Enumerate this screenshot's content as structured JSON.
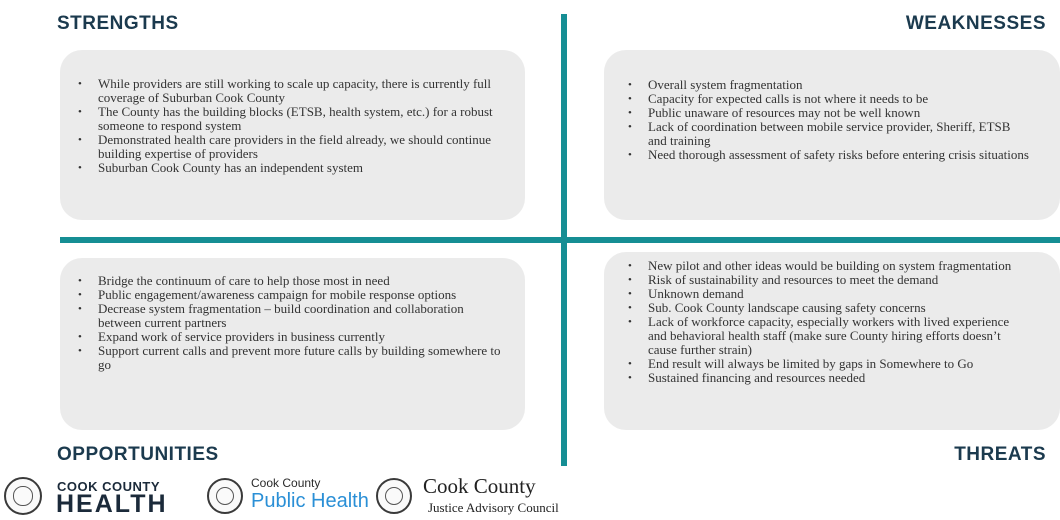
{
  "headings": {
    "strengths": "STRENGTHS",
    "weaknesses": "WEAKNESSES",
    "opportunities": "OPPORTUNITIES",
    "threats": "THREATS"
  },
  "strengths": [
    "While providers are still working to scale up capacity, there is currently full coverage of Suburban Cook County",
    "The County has the building blocks (ETSB, health system, etc.) for a  robust someone to respond system",
    "Demonstrated health care providers in the field already, we should continue building expertise of providers",
    "Suburban Cook County has an independent system"
  ],
  "weaknesses": [
    "Overall system fragmentation",
    "Capacity for expected calls is not where it needs to be",
    "Public unaware of resources may not be well known",
    "Lack of coordination between mobile service provider, Sheriff, ETSB and training",
    "Need thorough assessment of safety risks before entering crisis situations"
  ],
  "opportunities": [
    "Bridge the continuum of care to help those most in need",
    "Public engagement/awareness campaign for mobile response options",
    "Decrease system fragmentation – build coordination and collaboration between current partners",
    "Expand work of service providers in business currently",
    "Support current calls and prevent more future calls by building somewhere to go"
  ],
  "threats": [
    "New pilot and other ideas would be building on system fragmentation",
    "Risk of sustainability and resources to meet the demand",
    "Unknown demand",
    "Sub. Cook County landscape causing safety concerns",
    "Lack of workforce capacity, especially workers with lived experience and behavioral health staff (make sure County hiring efforts doesn’t cause further strain)",
    "End result will always be limited by gaps in Somewhere to Go",
    "Sustained financing and resources needed"
  ],
  "logos": {
    "cch_line1": "COOK COUNTY",
    "cch_line2": "HEALTH",
    "ph_line1": "Cook County",
    "ph_line2": "Public Health",
    "jac_line1": "Cook County",
    "jac_line2": "Justice Advisory Council"
  },
  "colors": {
    "teal": "#168e94",
    "heading": "#1b3a4e",
    "card": "#ebebeb",
    "public_health_blue": "#2a8fd6"
  }
}
